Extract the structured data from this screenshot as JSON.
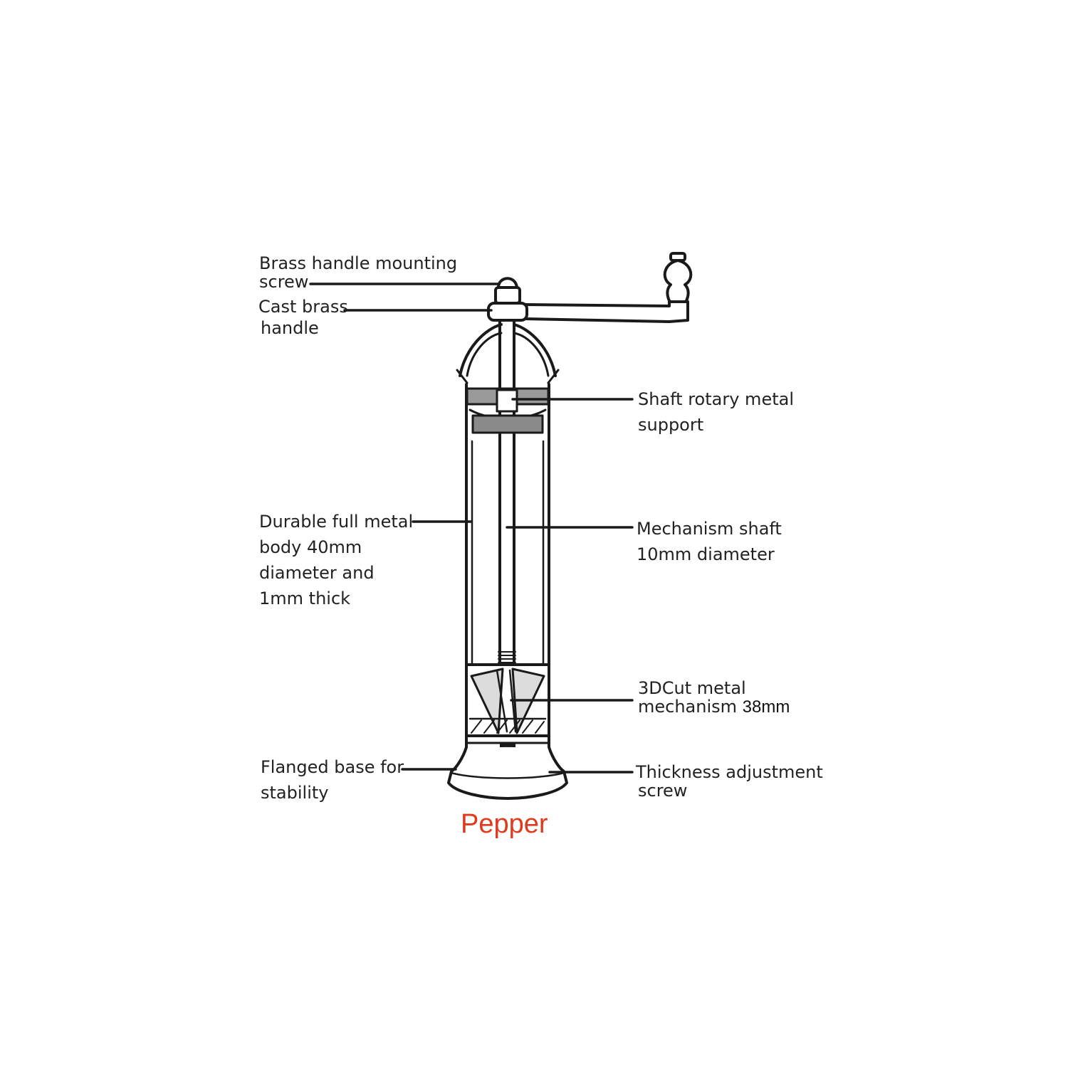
{
  "labels": {
    "brass_screw": [
      "Brass handle mounting",
      "screw"
    ],
    "cast_handle": [
      "Cast brass",
      "handle"
    ],
    "shaft_support": [
      "Shaft rotary metal",
      "support"
    ],
    "metal_body": [
      "Durable full metal",
      "body 40mm",
      "diameter and",
      "1mm thick"
    ],
    "mechanism_shaft": [
      "Mechanism shaft",
      "10mm diameter"
    ],
    "cut_mechanism": [
      "3DCut metal",
      "mechanism",
      "38mm"
    ],
    "flanged_base": [
      "Flanged base for",
      "stability"
    ],
    "thickness_screw": [
      "Thickness adjustment",
      "screw"
    ]
  },
  "caption": "Pepper",
  "colors": {
    "line": "#1a1a1a",
    "text": "#222222",
    "caption": "#e03a1e",
    "shade": "#777777"
  }
}
